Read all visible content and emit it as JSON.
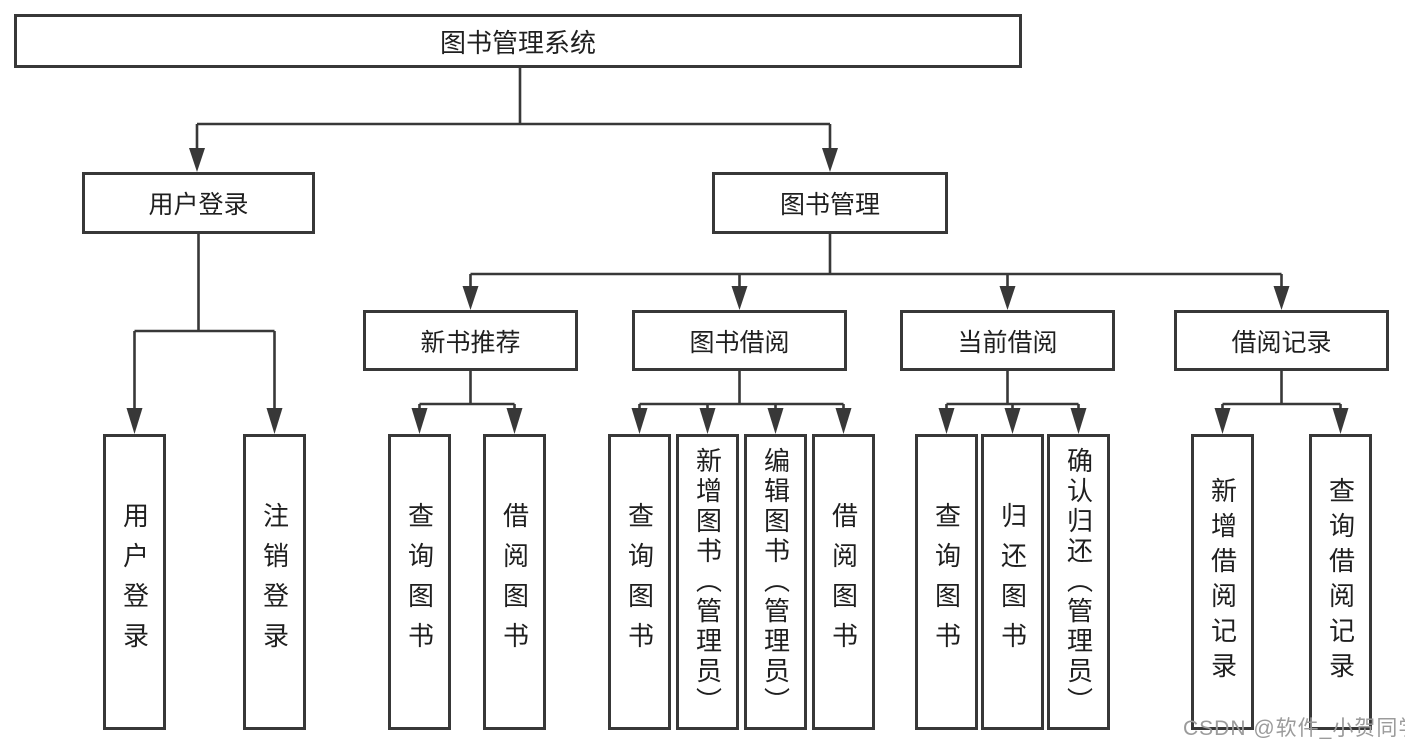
{
  "diagram": {
    "root": {
      "label": "图书管理系统"
    },
    "level2": [
      {
        "label": "用户登录"
      },
      {
        "label": "图书管理"
      }
    ],
    "level3": [
      {
        "label": "新书推荐"
      },
      {
        "label": "图书借阅"
      },
      {
        "label": "当前借阅"
      },
      {
        "label": "借阅记录"
      }
    ],
    "leaves": [
      {
        "label": "用户登录"
      },
      {
        "label": "注销登录"
      },
      {
        "label": "查询图书"
      },
      {
        "label": "借阅图书"
      },
      {
        "label": "查询图书"
      },
      {
        "label": "新增图书（管理员）"
      },
      {
        "label": "编辑图书（管理员）"
      },
      {
        "label": "借阅图书"
      },
      {
        "label": "查询图书"
      },
      {
        "label": "归还图书"
      },
      {
        "label": "确认归还（管理员）"
      },
      {
        "label": "新增借阅记录"
      },
      {
        "label": "查询借阅记录"
      }
    ]
  },
  "watermark": {
    "text": "CSDN @软件_小贺同学",
    "color": "#9b9b9b"
  },
  "colors": {
    "line": "#383838",
    "text": "#1f1f1f",
    "background": "#ffffff"
  }
}
